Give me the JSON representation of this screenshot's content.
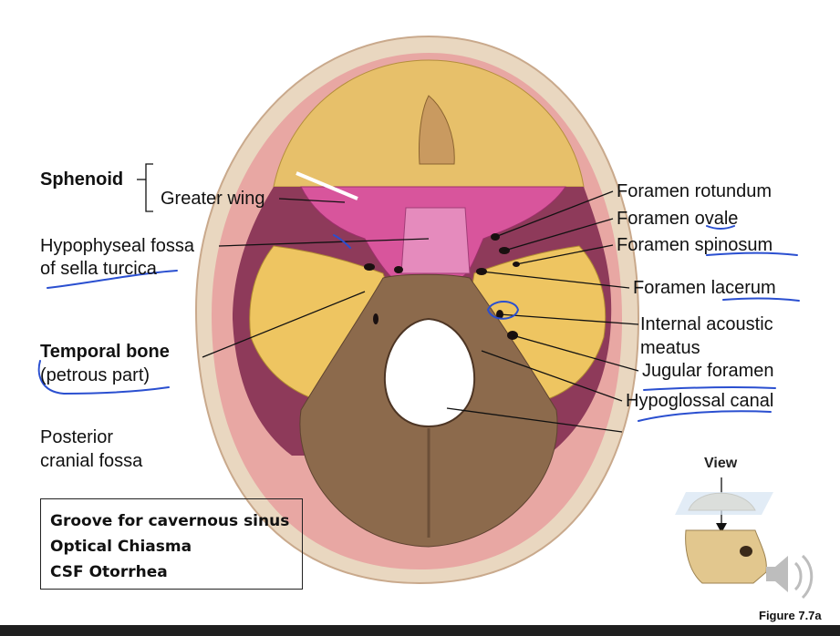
{
  "labels_left": {
    "sphenoid": "Sphenoid",
    "greater_wing": "Greater wing",
    "hypophyseal_line1": "Hypophyseal fossa",
    "hypophyseal_line2": "of sella turcica",
    "temporal_line1": "Temporal bone",
    "temporal_line2": "(petrous part)",
    "posterior_line1": "Posterior",
    "posterior_line2": "cranial fossa"
  },
  "labels_right": {
    "foramen_rotundum": "Foramen rotundum",
    "foramen_ovale": "Foramen ovale",
    "foramen_spinosum": "Foramen spinosum",
    "foramen_lacerum": "Foramen lacerum",
    "internal_acoustic_line1": "Internal acoustic",
    "internal_acoustic_line2": "meatus",
    "jugular_foramen": "Jugular foramen",
    "hypoglossal_canal": "Hypoglossal canal"
  },
  "notes_box": {
    "items": [
      "Groove for cavernous sinus",
      "Optical Chiasma",
      "CSF Otorrhea"
    ]
  },
  "inset": {
    "view_label": "View",
    "figure_label": "Figure 7.7a",
    "icons": [
      "skull-icon",
      "speaker-icon"
    ]
  },
  "colors": {
    "sphenoid_pink": "#d8559c",
    "temporal_yellow": "#eec561",
    "occipital_brown": "#8c6a4c",
    "frontal_yellow": "#e8c868",
    "annotation_blue": "#2a4fd0"
  }
}
